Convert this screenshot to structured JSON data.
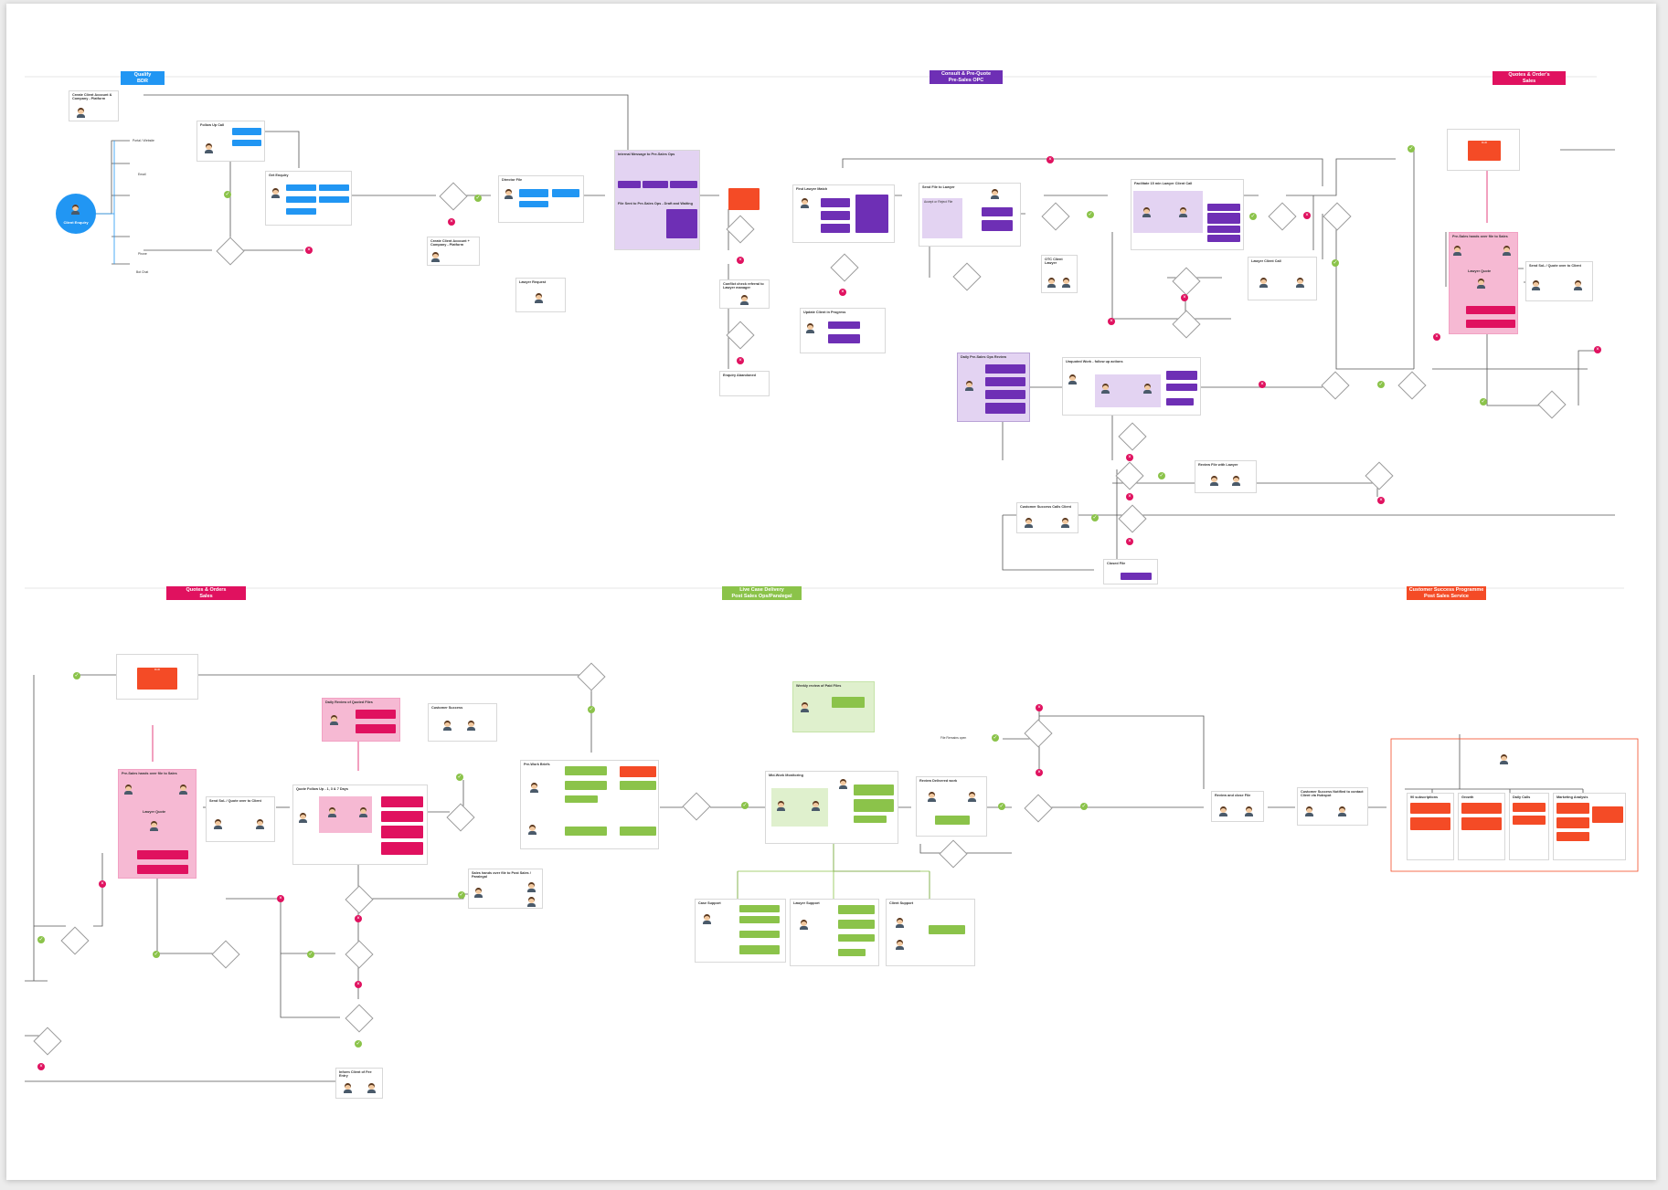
{
  "lanes": {
    "qualify": "Qualify\nBDR",
    "consult": "Consult & Pre-Quote\nPre-Sales OPC",
    "quotes_top": "Quotes & Order's\nSales",
    "quotes_bottom": "Quotes & Orders\nSales",
    "live_case": "Live Case Delivery\nPost Sales Ops/Paralegal",
    "customer_success": "Customer Success Programme\nPost Sales Service"
  },
  "colors": {
    "blue": "#2196f3",
    "purple": "#6e2fb5",
    "pink": "#e0115f",
    "green": "#8bc34a",
    "red": "#f44b26"
  },
  "start": {
    "label": "Client Enquiry"
  },
  "top": {
    "create_client": "Create Client Account & Company - Platform",
    "portal": "Portal / Website",
    "email": "Email",
    "phone": "Phone",
    "bot_chat": "Bot Chat",
    "follow_up_call": "Follow Up Call",
    "get_enquiry": "Get Enquiry",
    "create_client_2": "Create Client Account + Company - Platform",
    "director_file": "Director File",
    "lawyer_request": "Lawyer Request",
    "internal_message": "Internal Message to Pre-Sales Ops",
    "file_sent": "File Sent to Pre-Sales Ops - Draft and Waiting",
    "conflict_check": "Conflict check referral to Lawyer manager",
    "enquiry_abandoned": "Enquiry Abandoned",
    "find_lawyer": "Find Lawyer Match",
    "update_client": "Update Client in Progress",
    "send_file": "Send File to Lawyer",
    "accept_reject": "Accept or Reject File",
    "otc_client_lawyer": "OTC Client Lawyer",
    "facilitate_call": "Facilitate 15 min Lawyer Client Call",
    "lawyer_client_call": "Lawyer Client Call",
    "daily_presales": "Daily Pre-Sales Ops Review",
    "unquoted_work": "Unquoted Work - follow up actions",
    "review_file": "Review File with Lawyer",
    "customer_success_calls": "Customer Success Calls Client",
    "closed_file": "Closed File",
    "pre_sales_hands": "Pre-Sales hands over file to Sales",
    "lawyer_quote": "Lawyer Quote",
    "send_sol": "Send SoL / Quote over to Client",
    "dnd": "DnD"
  },
  "bottom": {
    "pre_sales_hands": "Pre-Sales hands over file to Sales",
    "lawyer_quote": "Lawyer Quote",
    "send_sol": "Send SoL / Quote over to Client",
    "daily_review": "Daily Review of Quoted Files",
    "customer_success": "Customer Success",
    "quote_follow_up": "Quote Follow Up - 1, 3 & 7 Days",
    "sales_hands": "Sales hands over file to Post Sales / Paralegal",
    "pre_work_briefs": "Pre-Work Briefs",
    "weekly_review": "Weekly review of Paid Files",
    "mid_work": "Mid-Work Monitoring",
    "review_delivered": "Review Delivered work",
    "file_remains_open": "File Remains open",
    "review_close": "Review and close File",
    "cs_notified": "Customer Success Notified to contact Client via Hubspot",
    "case_support": "Case Support",
    "lawyer_support": "Lawyer Support",
    "client_support": "Client Support",
    "inform_client": "Inform Client of Fee Entry",
    "cs_columns": [
      "90 subscriptions",
      "Growth",
      "Daily Calls",
      "Marketing Analysis"
    ]
  }
}
